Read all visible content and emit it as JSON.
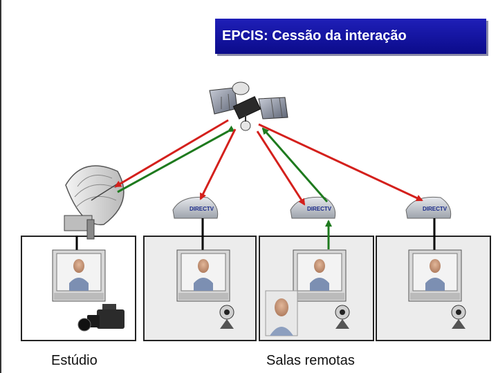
{
  "title": "EPCIS: Cessão da interação",
  "captions": {
    "studio": "Estúdio",
    "remote": "Salas remotas"
  },
  "receiver_brand": "DIRECTV",
  "colors": {
    "banner": "#10109e",
    "downlink_arrow": "#d4201c",
    "uplink_arrow": "#1e7a1e",
    "room_border": "#222222"
  },
  "icons": [
    "satellite-icon",
    "satellite-dish-icon",
    "receiver-dish-icon",
    "tv-monitor-icon",
    "webcam-icon",
    "video-camera-icon",
    "person-photo-icon"
  ]
}
